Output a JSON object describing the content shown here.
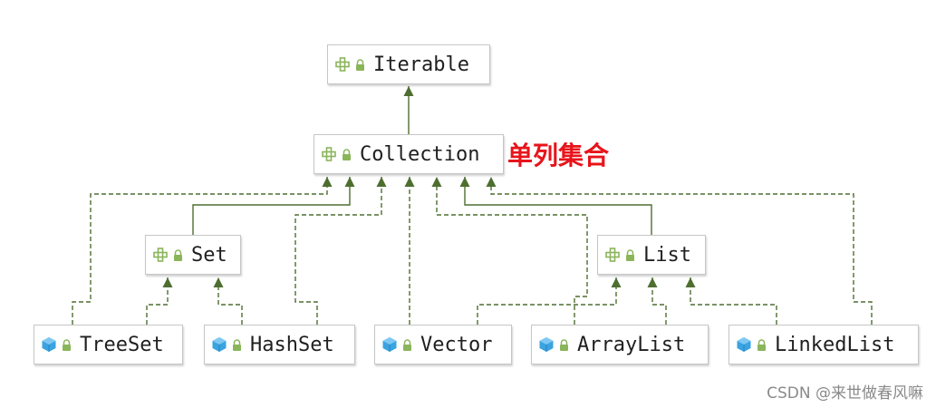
{
  "diagram": {
    "type": "class-hierarchy",
    "annotation": "单列集合",
    "watermark": "CSDN @来世做春风嘛",
    "colors": {
      "edge": "#4e6e30",
      "interface_icon": "#8ab55b",
      "class_icon": "#3aa3e0",
      "lock": "#8ab55b",
      "annotation": "#e8141b"
    },
    "nodes": [
      {
        "id": "Iterable",
        "label": "Iterable",
        "kind": "interface",
        "icon": "interface-icon"
      },
      {
        "id": "Collection",
        "label": "Collection",
        "kind": "interface",
        "icon": "interface-icon"
      },
      {
        "id": "Set",
        "label": "Set",
        "kind": "interface",
        "icon": "interface-icon"
      },
      {
        "id": "List",
        "label": "List",
        "kind": "interface",
        "icon": "interface-icon"
      },
      {
        "id": "TreeSet",
        "label": "TreeSet",
        "kind": "class",
        "icon": "class-icon"
      },
      {
        "id": "HashSet",
        "label": "HashSet",
        "kind": "class",
        "icon": "class-icon"
      },
      {
        "id": "Vector",
        "label": "Vector",
        "kind": "class",
        "icon": "class-icon"
      },
      {
        "id": "ArrayList",
        "label": "ArrayList",
        "kind": "class",
        "icon": "class-icon"
      },
      {
        "id": "LinkedList",
        "label": "LinkedList",
        "kind": "class",
        "icon": "class-icon"
      }
    ],
    "edges": [
      {
        "from": "Collection",
        "to": "Iterable",
        "style": "solid"
      },
      {
        "from": "Set",
        "to": "Collection",
        "style": "solid"
      },
      {
        "from": "List",
        "to": "Collection",
        "style": "solid"
      },
      {
        "from": "TreeSet",
        "to": "Collection",
        "style": "dashed"
      },
      {
        "from": "HashSet",
        "to": "Collection",
        "style": "dashed"
      },
      {
        "from": "Vector",
        "to": "Collection",
        "style": "dashed"
      },
      {
        "from": "ArrayList",
        "to": "Collection",
        "style": "dashed"
      },
      {
        "from": "LinkedList",
        "to": "Collection",
        "style": "dashed"
      },
      {
        "from": "TreeSet",
        "to": "Set",
        "style": "dashed"
      },
      {
        "from": "HashSet",
        "to": "Set",
        "style": "dashed"
      },
      {
        "from": "Vector",
        "to": "List",
        "style": "dashed"
      },
      {
        "from": "ArrayList",
        "to": "List",
        "style": "dashed"
      },
      {
        "from": "LinkedList",
        "to": "List",
        "style": "dashed"
      }
    ]
  }
}
